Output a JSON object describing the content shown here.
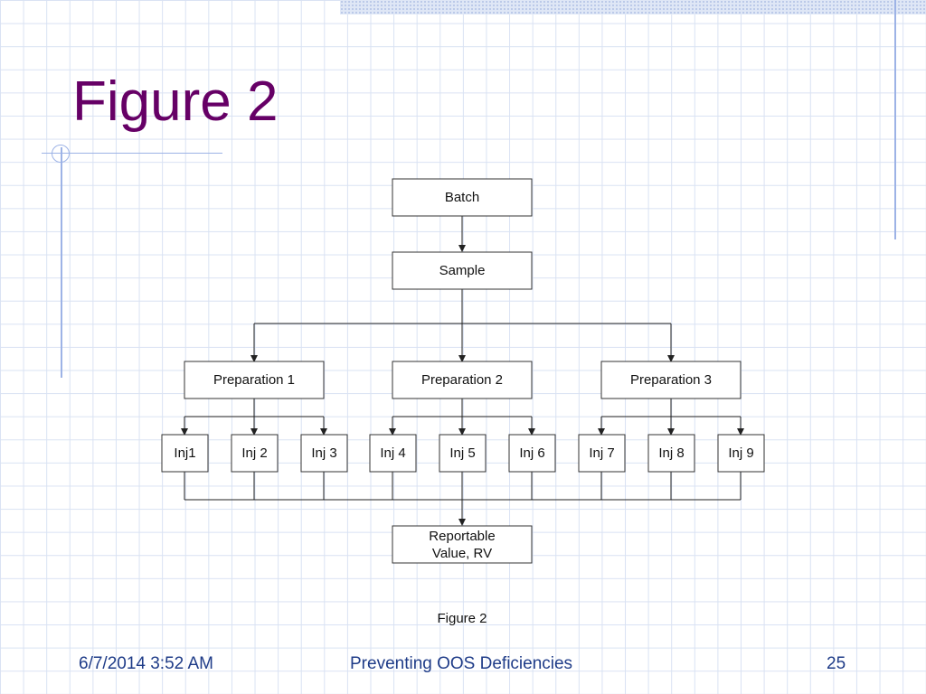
{
  "slide": {
    "title": "Figure 2",
    "caption": "Figure 2"
  },
  "diagram": {
    "root": "Batch",
    "sample": "Sample",
    "preparations": [
      "Preparation 1",
      "Preparation 2",
      "Preparation 3"
    ],
    "injections": [
      "Inj1",
      "Inj 2",
      "Inj 3",
      "Inj 4",
      "Inj 5",
      "Inj 6",
      "Inj 7",
      "Inj 8",
      "Inj 9"
    ],
    "result": [
      "Reportable",
      "Value, RV"
    ]
  },
  "footer": {
    "date": "6/7/2014 3:52 AM",
    "title": "Preventing OOS Deficiencies",
    "page": "25"
  },
  "colors": {
    "title": "#660066",
    "footer_text": "#1f3c88",
    "decor_lines": "#9db3e6"
  }
}
